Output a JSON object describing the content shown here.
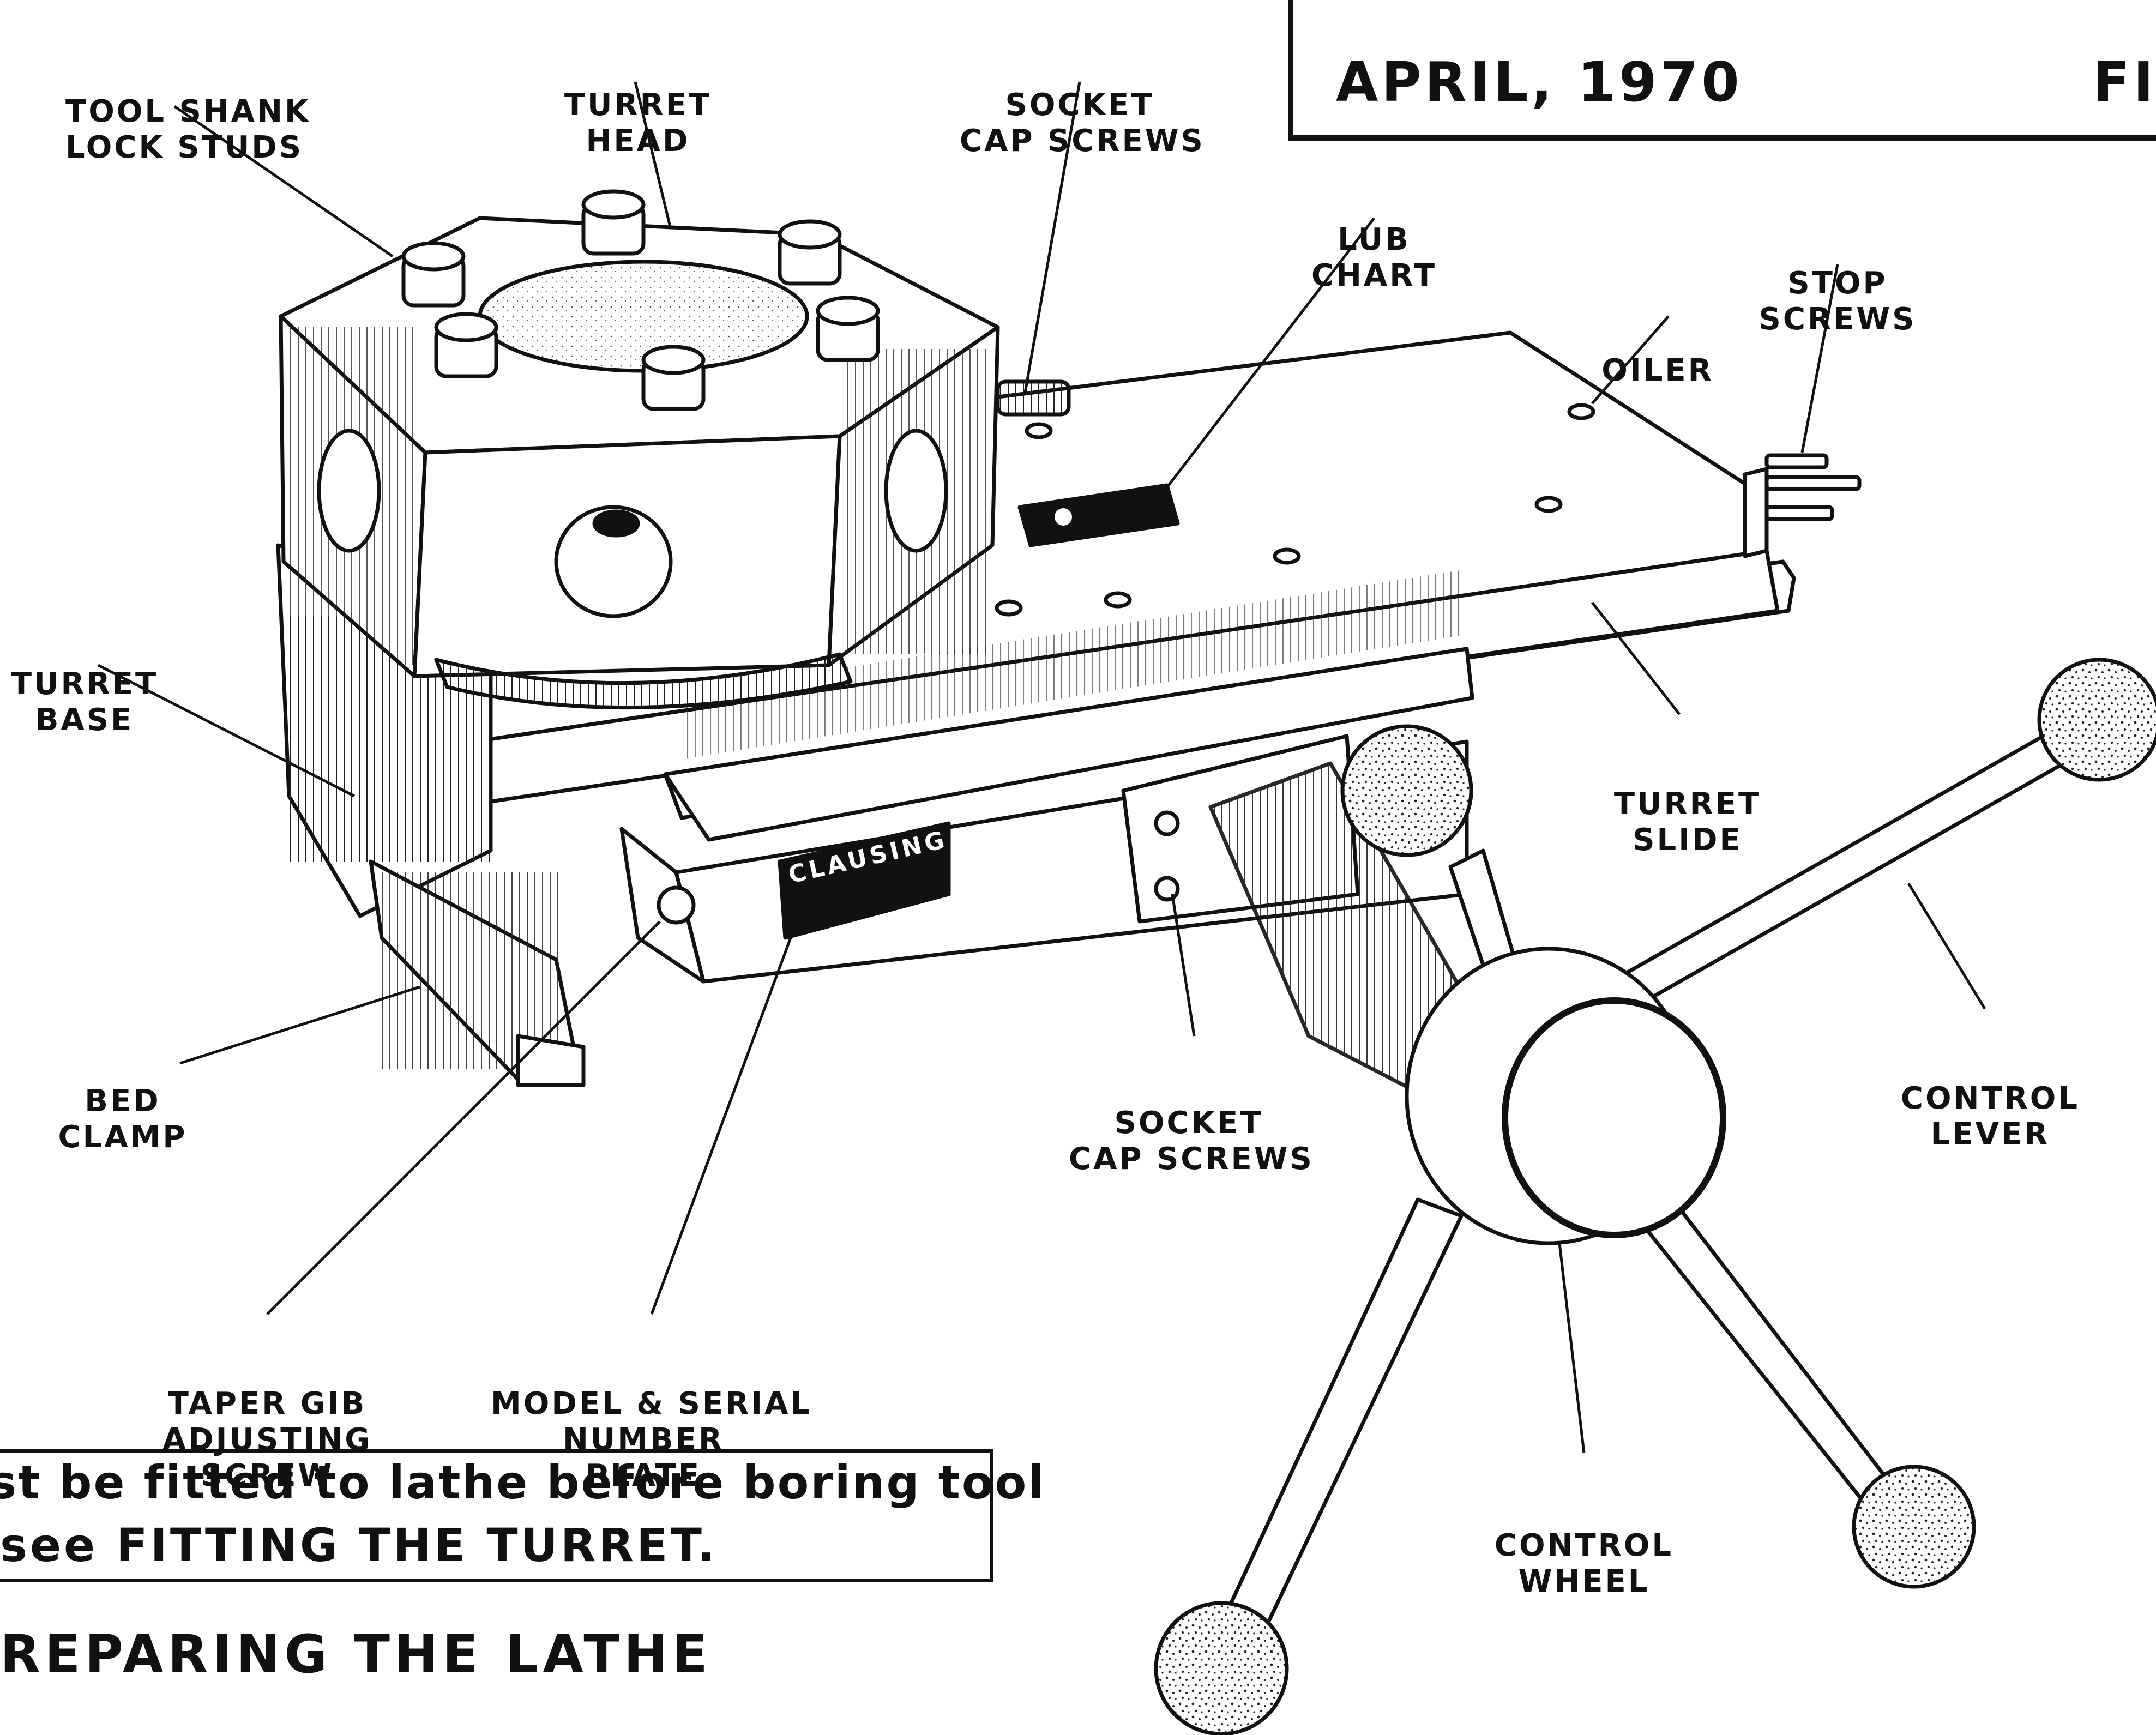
{
  "header": {
    "date": "APRIL, 1970",
    "figure_fragment": "FI"
  },
  "labels": {
    "tool_shank_lock_studs": [
      "TOOL SHANK",
      "LOCK STUDS"
    ],
    "turret_head": [
      "TURRET",
      "HEAD"
    ],
    "socket_cap_screws_top": [
      "SOCKET",
      "CAP SCREWS"
    ],
    "lub_chart": [
      "LUB",
      "CHART"
    ],
    "stop_screws": [
      "STOP",
      "SCREWS"
    ],
    "oiler": [
      "OILER"
    ],
    "turret_base": [
      "TURRET",
      "BASE"
    ],
    "turret_slide": [
      "TURRET",
      "SLIDE"
    ],
    "bed_clamp": [
      "BED",
      "CLAMP"
    ],
    "socket_cap_screws_bottom": [
      "SOCKET",
      "CAP SCREWS"
    ],
    "control_lever": [
      "CONTROL",
      "LEVER"
    ],
    "taper_gib_adjusting_screw": [
      "TAPER GIB",
      "ADJUSTING",
      "SCREW"
    ],
    "model_serial_number_plate": [
      "MODEL & SERIAL",
      "NUMBER",
      "PLATE"
    ],
    "control_wheel": [
      "CONTROL",
      "WHEEL"
    ]
  },
  "nameplate": {
    "brand": "CLAUSING"
  },
  "note": {
    "line1": "st be fitted to lathe before boring tool",
    "line2": "see FITTING THE TURRET."
  },
  "section_heading": "REPARING THE LATHE"
}
